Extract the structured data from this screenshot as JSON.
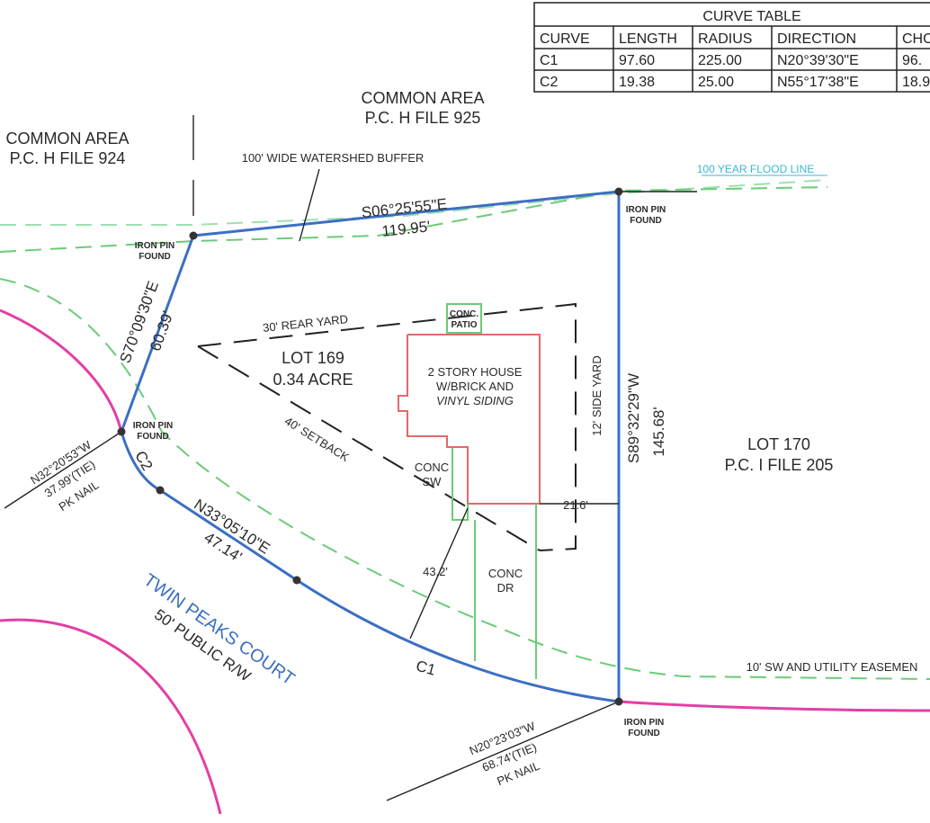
{
  "curve_table": {
    "title": "CURVE TABLE",
    "headers": [
      "CURVE",
      "LENGTH",
      "RADIUS",
      "DIRECTION",
      "CHO"
    ],
    "rows": [
      [
        "C1",
        "97.60",
        "225.00",
        "N20°39'30\"E",
        "96."
      ],
      [
        "C2",
        "19.38",
        "25.00",
        "N55°17'38\"E",
        "18.9"
      ]
    ]
  },
  "areas": {
    "common_area_right": [
      "COMMON AREA",
      "P.C. H FILE 925"
    ],
    "common_area_left": [
      "COMMON AREA",
      "P.C. H FILE 924"
    ],
    "lot_169": [
      "LOT 169",
      "0.34 ACRE"
    ],
    "lot_170": [
      "LOT 170",
      "P.C. I FILE 205"
    ]
  },
  "labels": {
    "watershed_buffer": "100' WIDE WATERSHED BUFFER",
    "flood_line": "100 YEAR FLOOD LINE",
    "iron_pin": [
      "IRON PIN",
      "FOUND"
    ],
    "top_bearing": "S06°25'55\"E",
    "top_distance": "119.95'",
    "left_bearing": "S70°09'30\"E",
    "left_distance": "60.39'",
    "right_bearing": "S89°32'29\"W",
    "right_distance": "145.68'",
    "rear_yard": "30' REAR YARD",
    "side_yard": "12' SIDE YARD",
    "setback": "40' SETBACK",
    "conc_patio": [
      "CONC.",
      "PATIO"
    ],
    "house": [
      "2 STORY HOUSE",
      "W/BRICK AND",
      "VINYL SIDING"
    ],
    "conc_sw": [
      "CONC",
      "SW"
    ],
    "conc_dr": [
      "CONC",
      "DR"
    ],
    "dim_side": "21.6'",
    "dim_front": "43.2'",
    "tie_left": [
      "N32°20'53\"W",
      "37.99'(TIE)",
      "PK NAIL"
    ],
    "tie_bottom": [
      "N20°23'03\"W",
      "68.74'(TIE)",
      "PK NAIL"
    ],
    "front_bearing": "N33°05'10\"E",
    "front_distance": "47.14'",
    "c1": "C1",
    "c2": "C2",
    "easement": "10' SW AND UTILITY EASEMEN",
    "road_name": "TWIN PEAKS COURT",
    "road_row": "50' PUBLIC R/W"
  }
}
